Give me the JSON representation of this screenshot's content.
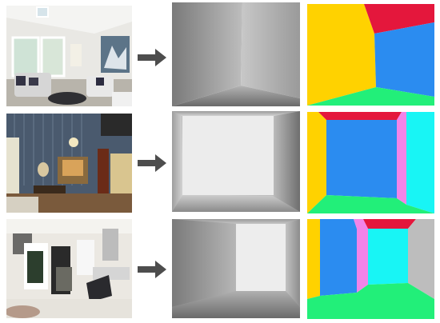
{
  "figure": {
    "rows": [
      {
        "photo": {
          "scene": "living-room"
        },
        "seg_colors": {
          "left": "#ffd200",
          "ceiling": "#e4173c",
          "back": "#2b8cf0",
          "floor": "#22ef79"
        }
      },
      {
        "photo": {
          "scene": "dining-room"
        },
        "seg_colors": {
          "left": "#ffd200",
          "ceiling": "#e4173c",
          "back": "#2b8cf0",
          "right_inner": "#f284e8",
          "right": "#18f5f5",
          "floor": "#22ef79"
        }
      },
      {
        "photo": {
          "scene": "office"
        },
        "seg_colors": {
          "left": "#ffd200",
          "left2": "#2b8cf0",
          "left3": "#f284e8",
          "ceiling": "#e4173c",
          "back": "#18f5f5",
          "right": "#bdbdbd",
          "floor": "#22ef79"
        }
      }
    ],
    "arrow_color": "#4d4d4d"
  }
}
